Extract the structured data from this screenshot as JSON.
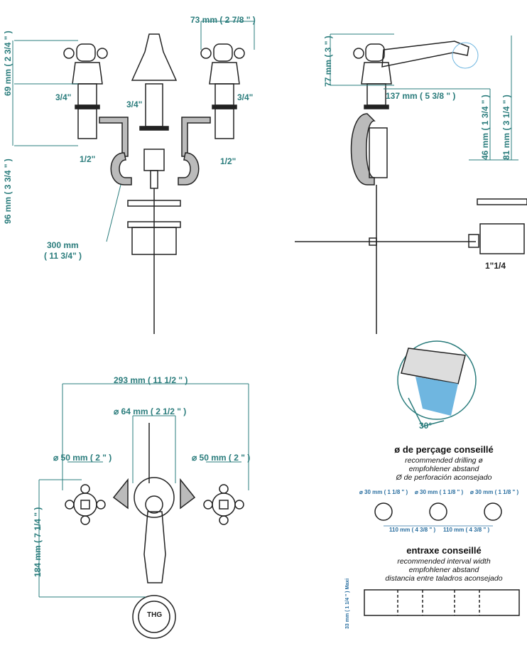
{
  "colors": {
    "dimension": "#2a7c7c",
    "line": "#222222",
    "pipe": "#bbbbbb",
    "water": "#6fb6e0"
  },
  "front_view": {
    "width_top": "73 mm ( 2 7/8 \" )",
    "height_handle": "69 mm ( 2 3/4 \" )",
    "height_lower": "96 mm ( 3 3/4 \" )",
    "thread_left": "3/4\"",
    "thread_center": "3/4\"",
    "thread_right": "3/4\"",
    "inlet_left": "1/2\"",
    "inlet_right": "1/2\"",
    "hose_length": "300 mm",
    "hose_length_in": "( 11 3/4\" )"
  },
  "side_view": {
    "height_spout": "77 mm ( 3 \" )",
    "reach": "137 mm ( 5 3/8 \" )",
    "height_46": "46 mm ( 1 3/4 \" )",
    "height_81": "81 mm ( 3 1/4 \" )",
    "waste": "1\"1/4"
  },
  "top_view": {
    "overall_width": "293 mm ( 11 1/2 \" )",
    "center_diameter": "⌀ 64 mm ( 2 1/2 \" )",
    "left_diameter": "⌀ 50 mm ( 2 \" )",
    "right_diameter": "⌀ 50 mm ( 2 \" )",
    "depth": "184 mm ( 7 1/4 \" )",
    "logo": "THG"
  },
  "aerator": {
    "angle": "30°"
  },
  "drilling": {
    "title": "ø de perçage conseillé",
    "en": "recommended drilling ø",
    "de": "empfohlener abstand",
    "es": "Ø de perforación aconsejado",
    "holes": [
      "⌀ 30 mm ( 1 1/8 \" )",
      "⌀ 30 mm ( 1 1/8 \" )",
      "⌀ 30 mm ( 1 1/8 \" )"
    ],
    "spacing": [
      "110 mm ( 4 3/8 \" )",
      "110 mm ( 4 3/8 \" )"
    ]
  },
  "interval": {
    "title": "entraxe conseillé",
    "en": "recommended interval width",
    "de": "empfohlener abstand",
    "es": "distancia entre taladros aconsejado",
    "max_thickness": "33 mm ( 1 1/4 \" ) Maxi"
  }
}
